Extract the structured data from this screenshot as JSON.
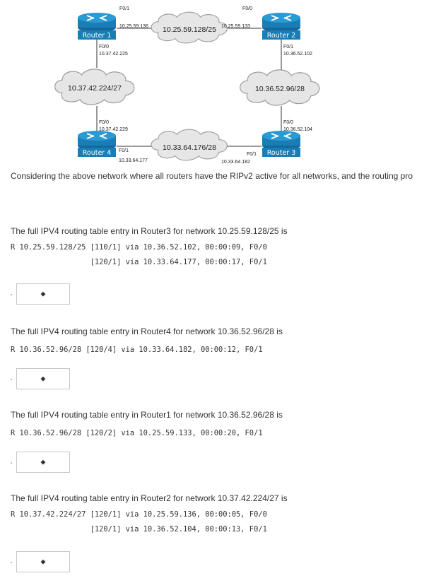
{
  "diagram": {
    "routers": {
      "r1": "Router 1",
      "r2": "Router 2",
      "r3": "Router 3",
      "r4": "Router 4"
    },
    "networks": {
      "top": "10.25.59.128/25",
      "left": "10.37.42.224/27",
      "right": "10.36.52.96/28",
      "bottom": "10.33.64.176/28"
    },
    "interfaces": {
      "r1_top_if": "F0/1",
      "r1_top_ip": "10.25.59.136",
      "r2_top_if": "F0/0",
      "r2_top_ip": "10.25.59.133",
      "r1_left_if": "F0/0",
      "r1_left_ip": "10.37.42.225",
      "r2_right_if": "F0/1",
      "r2_right_ip": "10.36.52.102",
      "r4_left_if": "F0/0",
      "r4_left_ip": "10.37.42.229",
      "r3_right_if": "F0/0",
      "r3_right_ip": "10.36.52.104",
      "r4_bottom_if": "F0/1",
      "r4_bottom_ip": "10.33.64.177",
      "r3_bottom_if": "F0/1",
      "r3_bottom_ip": "10.33.64.182"
    }
  },
  "intro": "Considering the above network where all routers have the RIPv2 active for all networks, and the routing pro",
  "questions": [
    {
      "prompt": "The full IPV4 routing table entry in Router3 for network 10.25.59.128/25 is",
      "lines": [
        "R 10.25.59.128/25 [110/1] via 10.36.52.102, 00:00:09, F0/0",
        "                  [120/1] via 10.33.64.177, 00:00:17, F0/1"
      ]
    },
    {
      "prompt": "The full IPV4 routing table entry in Router4 for network 10.36.52.96/28 is",
      "lines": [
        "R 10.36.52.96/28 [120/4] via 10.33.64.182, 00:00:12, F0/1"
      ]
    },
    {
      "prompt": "The full IPV4 routing table entry in Router1 for network 10.36.52.96/28 is",
      "lines": [
        "R 10.36.52.96/28 [120/2] via 10.25.59.133, 00:00:20, F0/1"
      ]
    },
    {
      "prompt": "The full IPV4 routing table entry in Router2 for network 10.37.42.224/27 is",
      "lines": [
        "R 10.37.42.224/27 [120/1] via 10.25.59.136, 00:00:05, F0/0",
        "                  [120/1] via 10.36.52.104, 00:00:13, F0/1"
      ]
    }
  ],
  "selects": {
    "arrow_glyph": "◆"
  },
  "colors": {
    "router": "#1f8cc4",
    "cloud_fill": "#e6e6e6",
    "cloud_stroke": "#9a9a9a"
  },
  "icons": [
    "router-icon",
    "cloud-icon",
    "updown-arrow-icon"
  ]
}
